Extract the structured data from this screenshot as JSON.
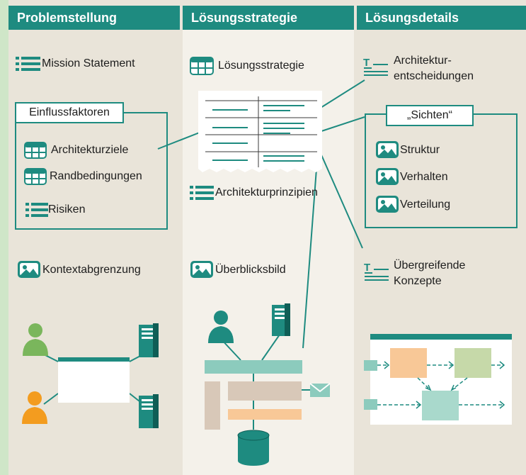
{
  "columns": {
    "problem": "Problemstellung",
    "solution": "Lösungsstrategie",
    "details": "Lösungsdetails"
  },
  "problem": {
    "mission": "Mission Statement",
    "influence_box_title": "Einflussfaktoren",
    "goals": "Architekturziele",
    "constraints": "Randbedingungen",
    "risks": "Risiken",
    "context": "Kontextabgrenzung"
  },
  "solution": {
    "strategy": "Lösungsstrategie",
    "principles": "Architekturprinzipien",
    "overview": "Überblicksbild"
  },
  "details": {
    "decisions_line1": "Architektur-",
    "decisions_line2": "entscheidungen",
    "views_title": "„Sichten“",
    "structure": "Struktur",
    "behavior": "Verhalten",
    "deployment": "Verteilung",
    "concepts_line1": "Übergreifende",
    "concepts_line2": "Konzepte",
    "doc_icon_letter": "T"
  },
  "colors": {
    "teal": "#1e8b80",
    "light_teal": "#8ccbbd",
    "green_person": "#7ab65c",
    "orange_person": "#f39c1f",
    "sand": "#d8c8b8",
    "peach": "#f8c897",
    "sage": "#c6d9a9",
    "mint": "#a9d9cc"
  }
}
